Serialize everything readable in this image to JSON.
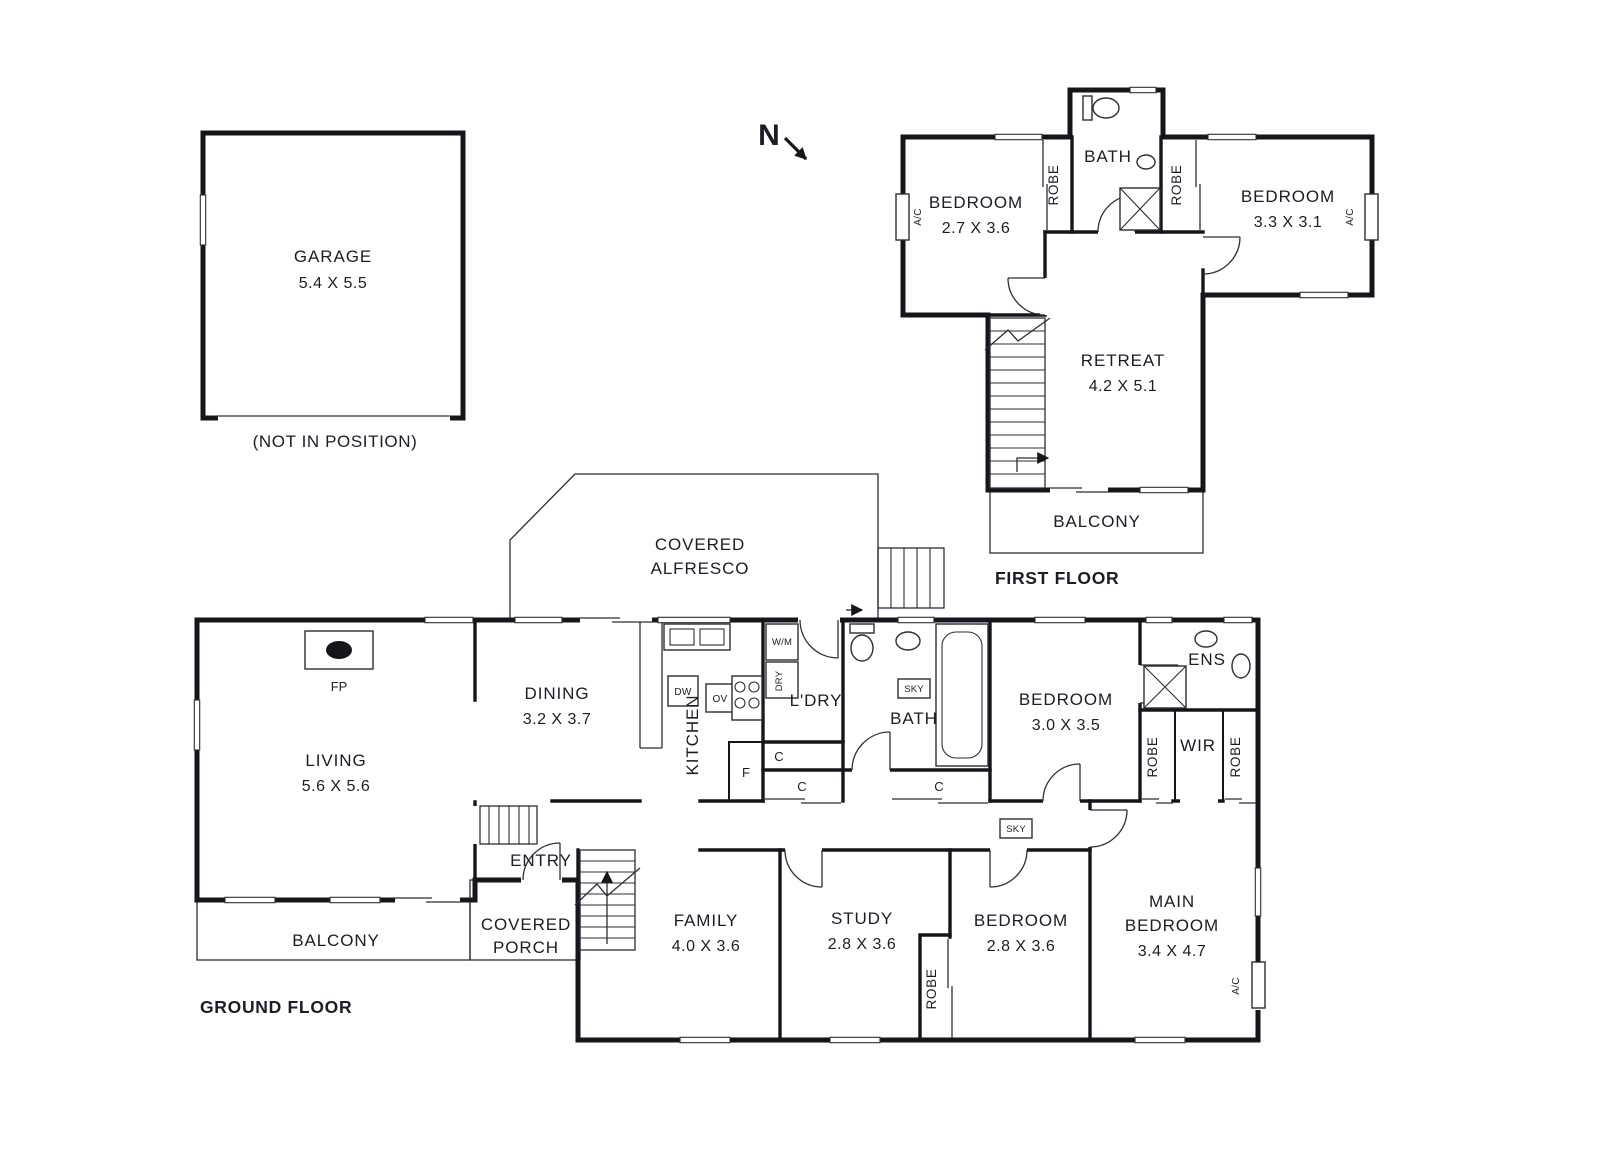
{
  "palette": {
    "wall": "#14161c",
    "text": "#1a1d27",
    "thin_line": "#2b2e36",
    "background": "#ffffff"
  },
  "compass": {
    "label": "N"
  },
  "garage": {
    "name": "GARAGE",
    "dims": "5.4 X 5.5",
    "note": "(NOT IN POSITION)"
  },
  "first_floor": {
    "title": "FIRST FLOOR",
    "bedroom_left": {
      "name": "BEDROOM",
      "dims": "2.7 X 3.6"
    },
    "bedroom_right": {
      "name": "BEDROOM",
      "dims": "3.3 X 3.1"
    },
    "retreat": {
      "name": "RETREAT",
      "dims": "4.2 X 5.1"
    },
    "bath": "BATH",
    "robe_left": "ROBE",
    "robe_right": "ROBE",
    "balcony": "BALCONY",
    "ac_left": "A/C",
    "ac_right": "A/C"
  },
  "ground_floor": {
    "title": "GROUND FLOOR",
    "alfresco": {
      "line1": "COVERED",
      "line2": "ALFRESCO"
    },
    "living": {
      "name": "LIVING",
      "dims": "5.6 X 5.6"
    },
    "dining": {
      "name": "DINING",
      "dims": "3.2 X 3.7"
    },
    "kitchen": "KITCHEN",
    "laundry": "L'DRY",
    "bath": "BATH",
    "bedroom_mid": {
      "name": "BEDROOM",
      "dims": "3.0 X 3.5"
    },
    "ens": "ENS",
    "wir": "WIR",
    "robe_left": "ROBE",
    "robe_right": "ROBE",
    "entry": "ENTRY",
    "porch": {
      "line1": "COVERED",
      "line2": "PORCH"
    },
    "balcony": "BALCONY",
    "family": {
      "name": "FAMILY",
      "dims": "4.0 X 3.6"
    },
    "study": {
      "name": "STUDY",
      "dims": "2.8 X 3.6"
    },
    "robe_bedroom": "ROBE",
    "bedroom_rear": {
      "name": "BEDROOM",
      "dims": "2.8 X 3.6"
    },
    "main_bedroom": {
      "line1": "MAIN",
      "line2": "BEDROOM",
      "dims": "3.4 X 4.7"
    },
    "fireplace": "FP",
    "fridge": "F",
    "linen": "C",
    "closet1": "C",
    "closet2": "C",
    "sky_bath": "SKY",
    "sky_hall": "SKY",
    "ac_main": "A/C",
    "dishwasher": "DW",
    "oven": "OV",
    "dryer": "DRY",
    "washer": "W/M"
  }
}
